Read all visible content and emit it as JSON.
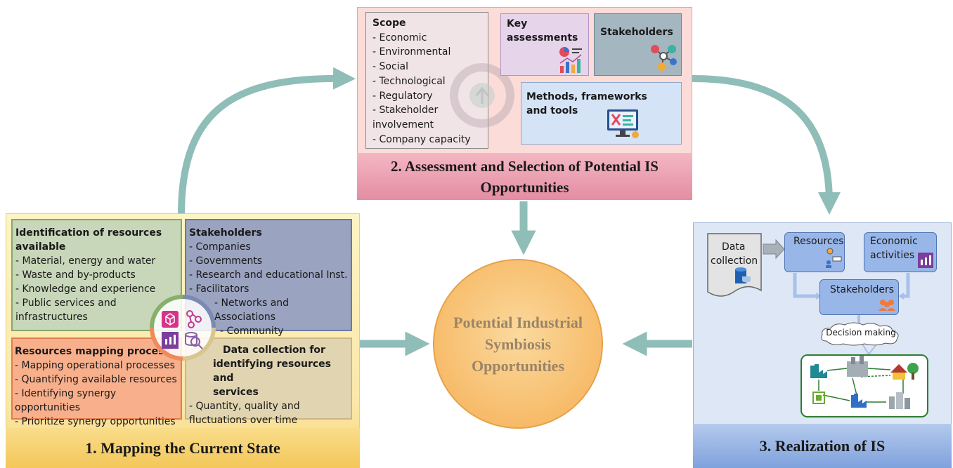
{
  "center": {
    "text": "Potential Industrial Symbiosis Opportunities"
  },
  "panel1": {
    "title": "1. Mapping the Current State",
    "identification": {
      "title_line1": "Identification of resources",
      "title_line2": "available",
      "items": [
        "- Material, energy and water",
        "- Waste and by-products",
        "- Knowledge and experience",
        "- Public services and",
        "infrastructures"
      ]
    },
    "stakeholders": {
      "title": "Stakeholders",
      "items": [
        "- Companies",
        "- Governments",
        "- Research and educational Inst.",
        "- Facilitators",
        "- Networks and Associations",
        "- Community"
      ]
    },
    "resources_mapping": {
      "title": "Resources mapping process",
      "items": [
        "- Mapping operational processes",
        "- Quantifying available resources",
        "- Identifying synergy opportunities",
        "- Prioritize synergy opportunities"
      ]
    },
    "data_collection": {
      "title_line1": "Data collection for",
      "title_line2": "identifying resources and",
      "title_line3": "services",
      "items": [
        "- Quantity, quality and",
        "fluctuations over time"
      ]
    }
  },
  "panel2": {
    "title_line1": "2. Assessment and Selection of Potential IS",
    "title_line2": "Opportunities",
    "scope": {
      "title": "Scope",
      "items": [
        "- Economic",
        "- Environmental",
        "- Social",
        "- Technological",
        "- Regulatory",
        "- Stakeholder",
        "involvement",
        "- Company capacity"
      ]
    },
    "key_assessments": {
      "line1": "Key",
      "line2": "assessments"
    },
    "stakeholders": {
      "title": "Stakeholders"
    },
    "methods": {
      "line1": "Methods, frameworks",
      "line2": "and tools"
    }
  },
  "panel3": {
    "title": "3. Realization of IS",
    "data_collection": {
      "line1": "Data",
      "line2": "collection"
    },
    "resources": {
      "title": "Resources"
    },
    "economic": {
      "line1": "Economic",
      "line2": "activities"
    },
    "stakeholders": {
      "title": "Stakeholders"
    },
    "decision": {
      "label": "Decision making"
    }
  },
  "colors": {
    "arrow": "#8fbdb8",
    "panel1": "#fbe7a8",
    "panel2": "#fbdcd8",
    "panel3": "#dde7f5",
    "center": "#f6b55f",
    "network_arrow": "#2f7d32"
  },
  "icons": [
    "synergy-circle-icon",
    "resource-cube-icon",
    "stakeholder-network-icon",
    "factory-icon",
    "data-search-icon",
    "chart-icon",
    "network-nodes-icon",
    "monitor-tools-icon",
    "database-icon",
    "gear-icon",
    "people-icon",
    "cloud-icon"
  ]
}
